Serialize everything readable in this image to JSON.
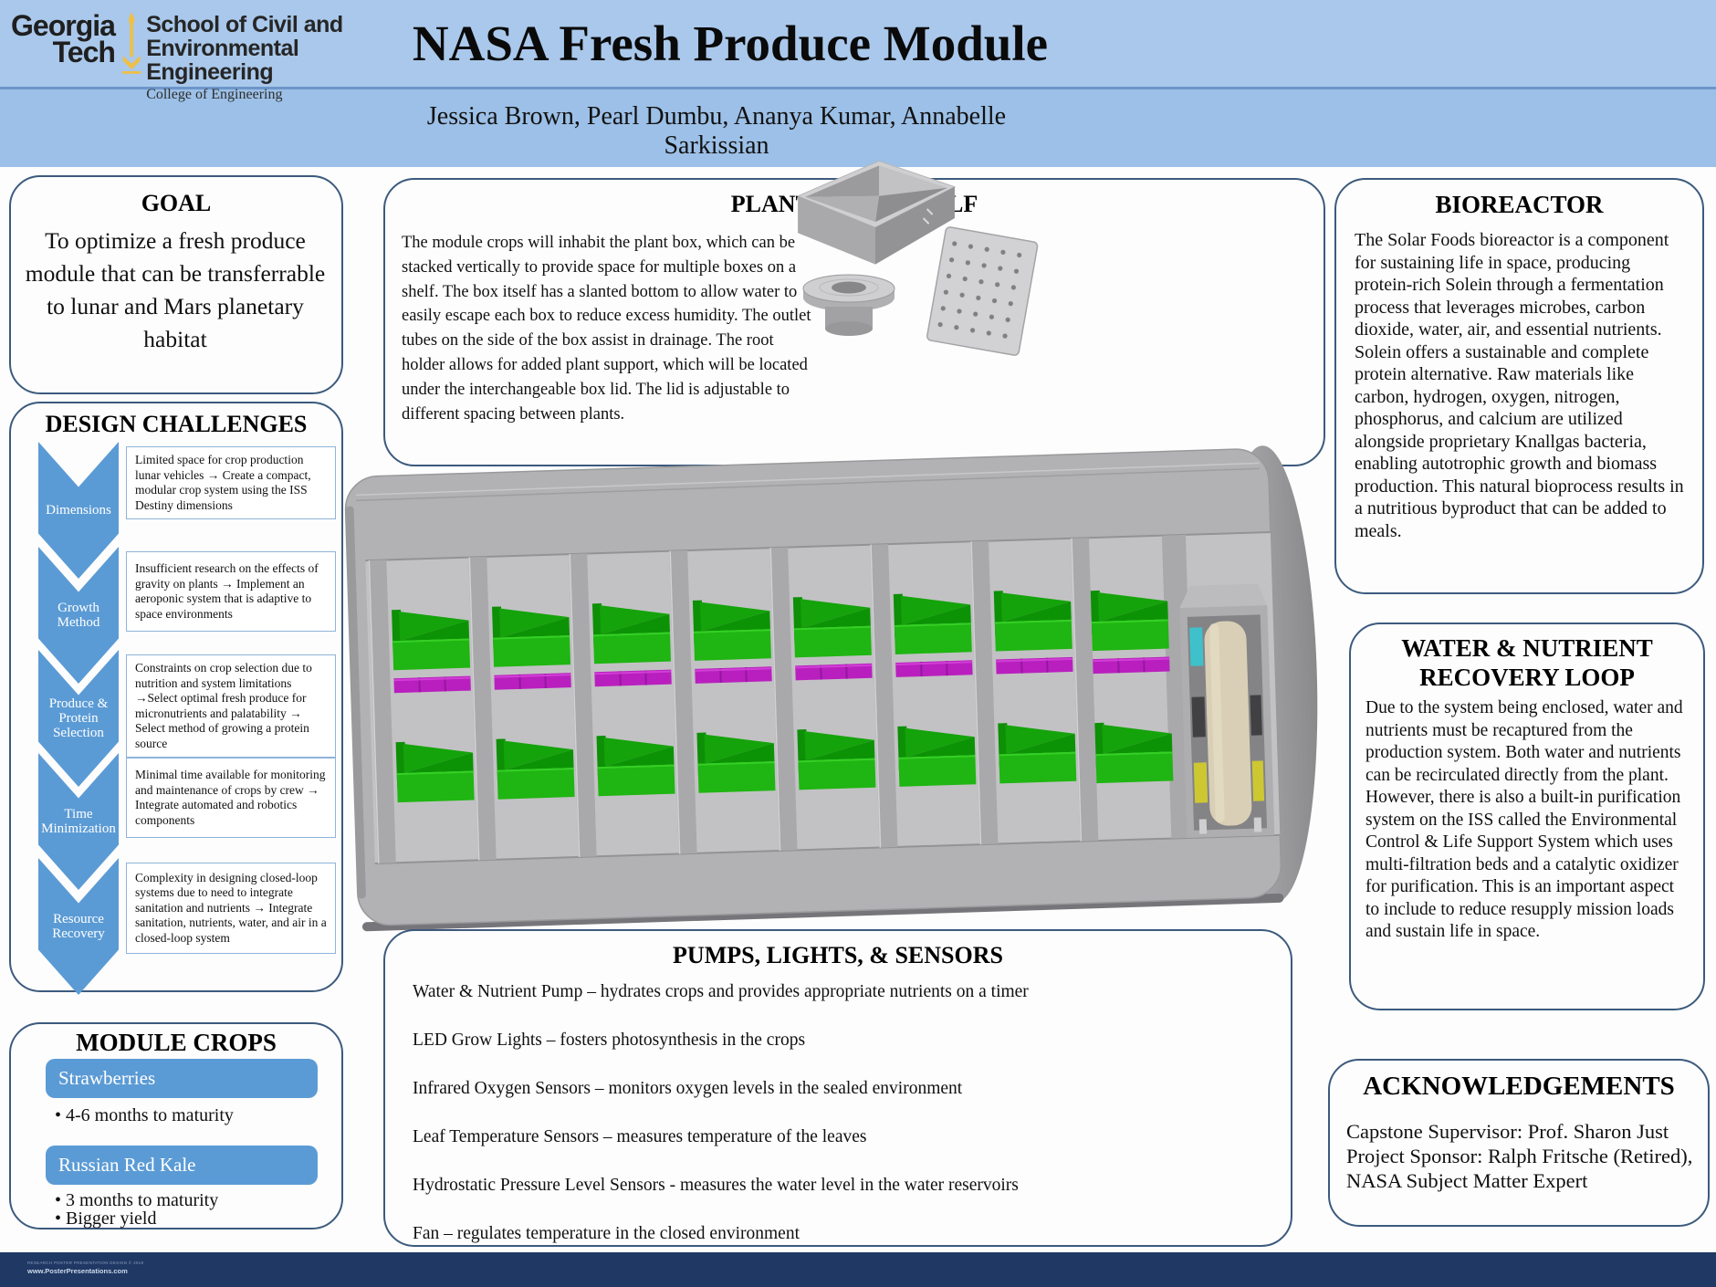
{
  "header": {
    "logo": {
      "word1": "Georgia",
      "word2": "Tech",
      "dept_line1": "School of Civil and",
      "dept_line2": "Environmental Engineering",
      "college": "College of Engineering"
    },
    "title": "NASA Fresh Produce Module",
    "authors": "Jessica Brown, Pearl Dumbu, Ananya Kumar, Annabelle Sarkissian"
  },
  "goal": {
    "title": "GOAL",
    "text": "To optimize a fresh produce module that can be transferrable to lunar and Mars planetary habitat"
  },
  "design_challenges": {
    "title": "DESIGN CHALLENGES",
    "items": [
      {
        "label": "Dimensions",
        "text": "Limited space for crop production lunar vehicles → Create a compact, modular crop system using the ISS Destiny dimensions"
      },
      {
        "label": "Growth Method",
        "text": "Insufficient research on the effects of gravity on plants → Implement an aeroponic system that is adaptive to space environments"
      },
      {
        "label": "Produce & Protein Selection",
        "text": "Constraints on crop selection due to nutrition and system limitations →Select optimal fresh produce for micronutrients and palatability → Select method of growing a protein source"
      },
      {
        "label": "Time Minimization",
        "text": "Minimal time available for monitoring and maintenance of crops by crew → Integrate automated and robotics components"
      },
      {
        "label": "Resource Recovery",
        "text": "Complexity in designing closed-loop systems due to need to integrate sanitation and nutrients → Integrate sanitation, nutrients, water, and air in a closed-loop system"
      }
    ]
  },
  "module_crops": {
    "title": "MODULE CROPS",
    "crops": [
      {
        "name": "Strawberries",
        "bullets": [
          "4-6 months to maturity"
        ]
      },
      {
        "name": "Russian Red Kale",
        "bullets": [
          "3 months to maturity",
          "Bigger yield"
        ]
      }
    ]
  },
  "plant_box": {
    "title": "PLANT BOX & SHELF",
    "text": "The module crops will inhabit the plant box, which can be stacked vertically to provide space for multiple boxes on a shelf. The box itself has a slanted bottom to allow water to easily escape each box to reduce excess humidity. The outlet tubes on the side of the box assist in drainage. The root holder allows for added plant support, which will be located under the interchangeable box lid. The lid is adjustable to different spacing between plants."
  },
  "pumps": {
    "title": "PUMPS, LIGHTS, & SENSORS",
    "items": [
      "Water & Nutrient Pump – hydrates crops and provides appropriate nutrients on a timer",
      "LED Grow Lights – fosters photosynthesis in the crops",
      "Infrared Oxygen Sensors – monitors oxygen levels in the sealed environment",
      "Leaf Temperature Sensors – measures temperature of the leaves",
      "Hydrostatic Pressure Level Sensors - measures the water level in the water reservoirs",
      "Fan – regulates temperature in the closed environment"
    ]
  },
  "bioreactor": {
    "title": "BIOREACTOR",
    "text": "The Solar Foods bioreactor is a component for sustaining life in space, producing protein-rich Solein through a fermentation process that leverages microbes, carbon dioxide, water, air, and essential nutrients. Solein offers a sustainable and complete protein alternative. Raw materials like carbon, hydrogen, oxygen, nitrogen, phosphorus, and calcium are utilized alongside proprietary Knallgas bacteria, enabling autotrophic growth and biomass production. This natural bioprocess results in a nutritious byproduct that can be added to meals."
  },
  "water_loop": {
    "title": "WATER & NUTRIENT RECOVERY LOOP",
    "text": "Due to the system being enclosed, water and nutrients must be recaptured from the production system. Both water and nutrients can be recirculated directly from the plant. However, there is also a built-in purification system on the ISS called the Environmental Control & Life Support System which uses multi-filtration beds and a catalytic oxidizer for purification. This is an important aspect to include to reduce resupply mission loads and sustain life in space."
  },
  "acknowledgements": {
    "title": "ACKNOWLEDGEMENTS",
    "lines": [
      "Capstone Supervisor: Prof. Sharon Just",
      "Project Sponsor: Ralph Fritsche (Retired), NASA Subject Matter Expert"
    ]
  },
  "footer": {
    "design_credit": "RESEARCH POSTER PRESENTATION DESIGN © 2019",
    "url": "www.PosterPresentations.com"
  },
  "colors": {
    "band_top": "#a9c8eb",
    "band_authors": "#9cc0e7",
    "divider": "#6d96c9",
    "box_border": "#3c5a7d",
    "accent_blue": "#5b9bd5",
    "footer_bg": "#1f3864",
    "logo_gold": "#eebf4a",
    "render_green": "#1fb512",
    "render_magenta": "#b91fbe",
    "render_gray": "#b2b2b4",
    "render_tank_beige": "#d9cfb6"
  }
}
